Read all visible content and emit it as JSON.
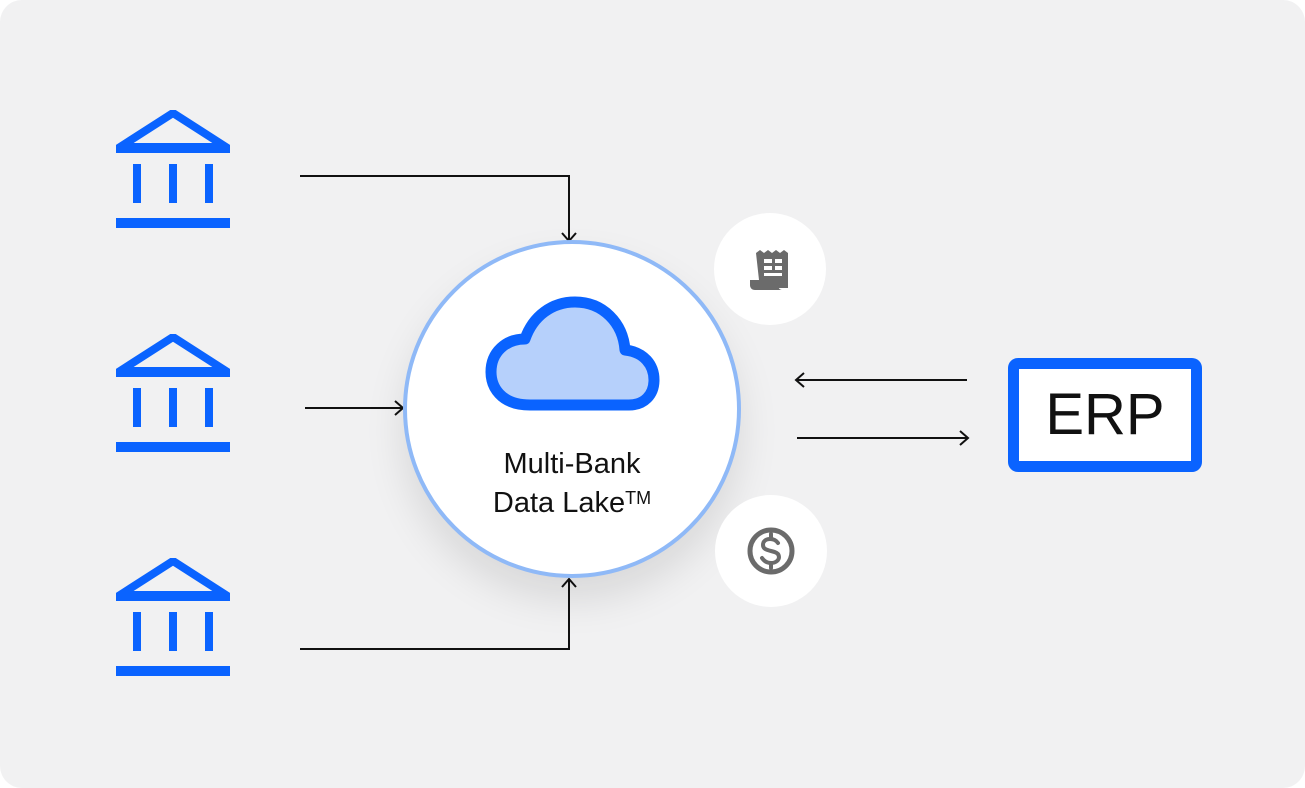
{
  "hub": {
    "line1": "Multi-Bank",
    "line2": "Data Lake",
    "trademark": "TM"
  },
  "erp": {
    "label": "ERP"
  },
  "colors": {
    "brand_blue": "#0a63ff",
    "cloud_fill": "#b6d0fb",
    "hub_border": "#8fb9f7",
    "icon_gray": "#6b6b6b",
    "background": "#f1f1f2",
    "wire": "#111111"
  },
  "icons": {
    "banks": [
      "bank-icon",
      "bank-icon",
      "bank-icon"
    ],
    "hub": "cloud-icon",
    "badges": [
      "receipt-icon",
      "dollar-icon"
    ]
  }
}
